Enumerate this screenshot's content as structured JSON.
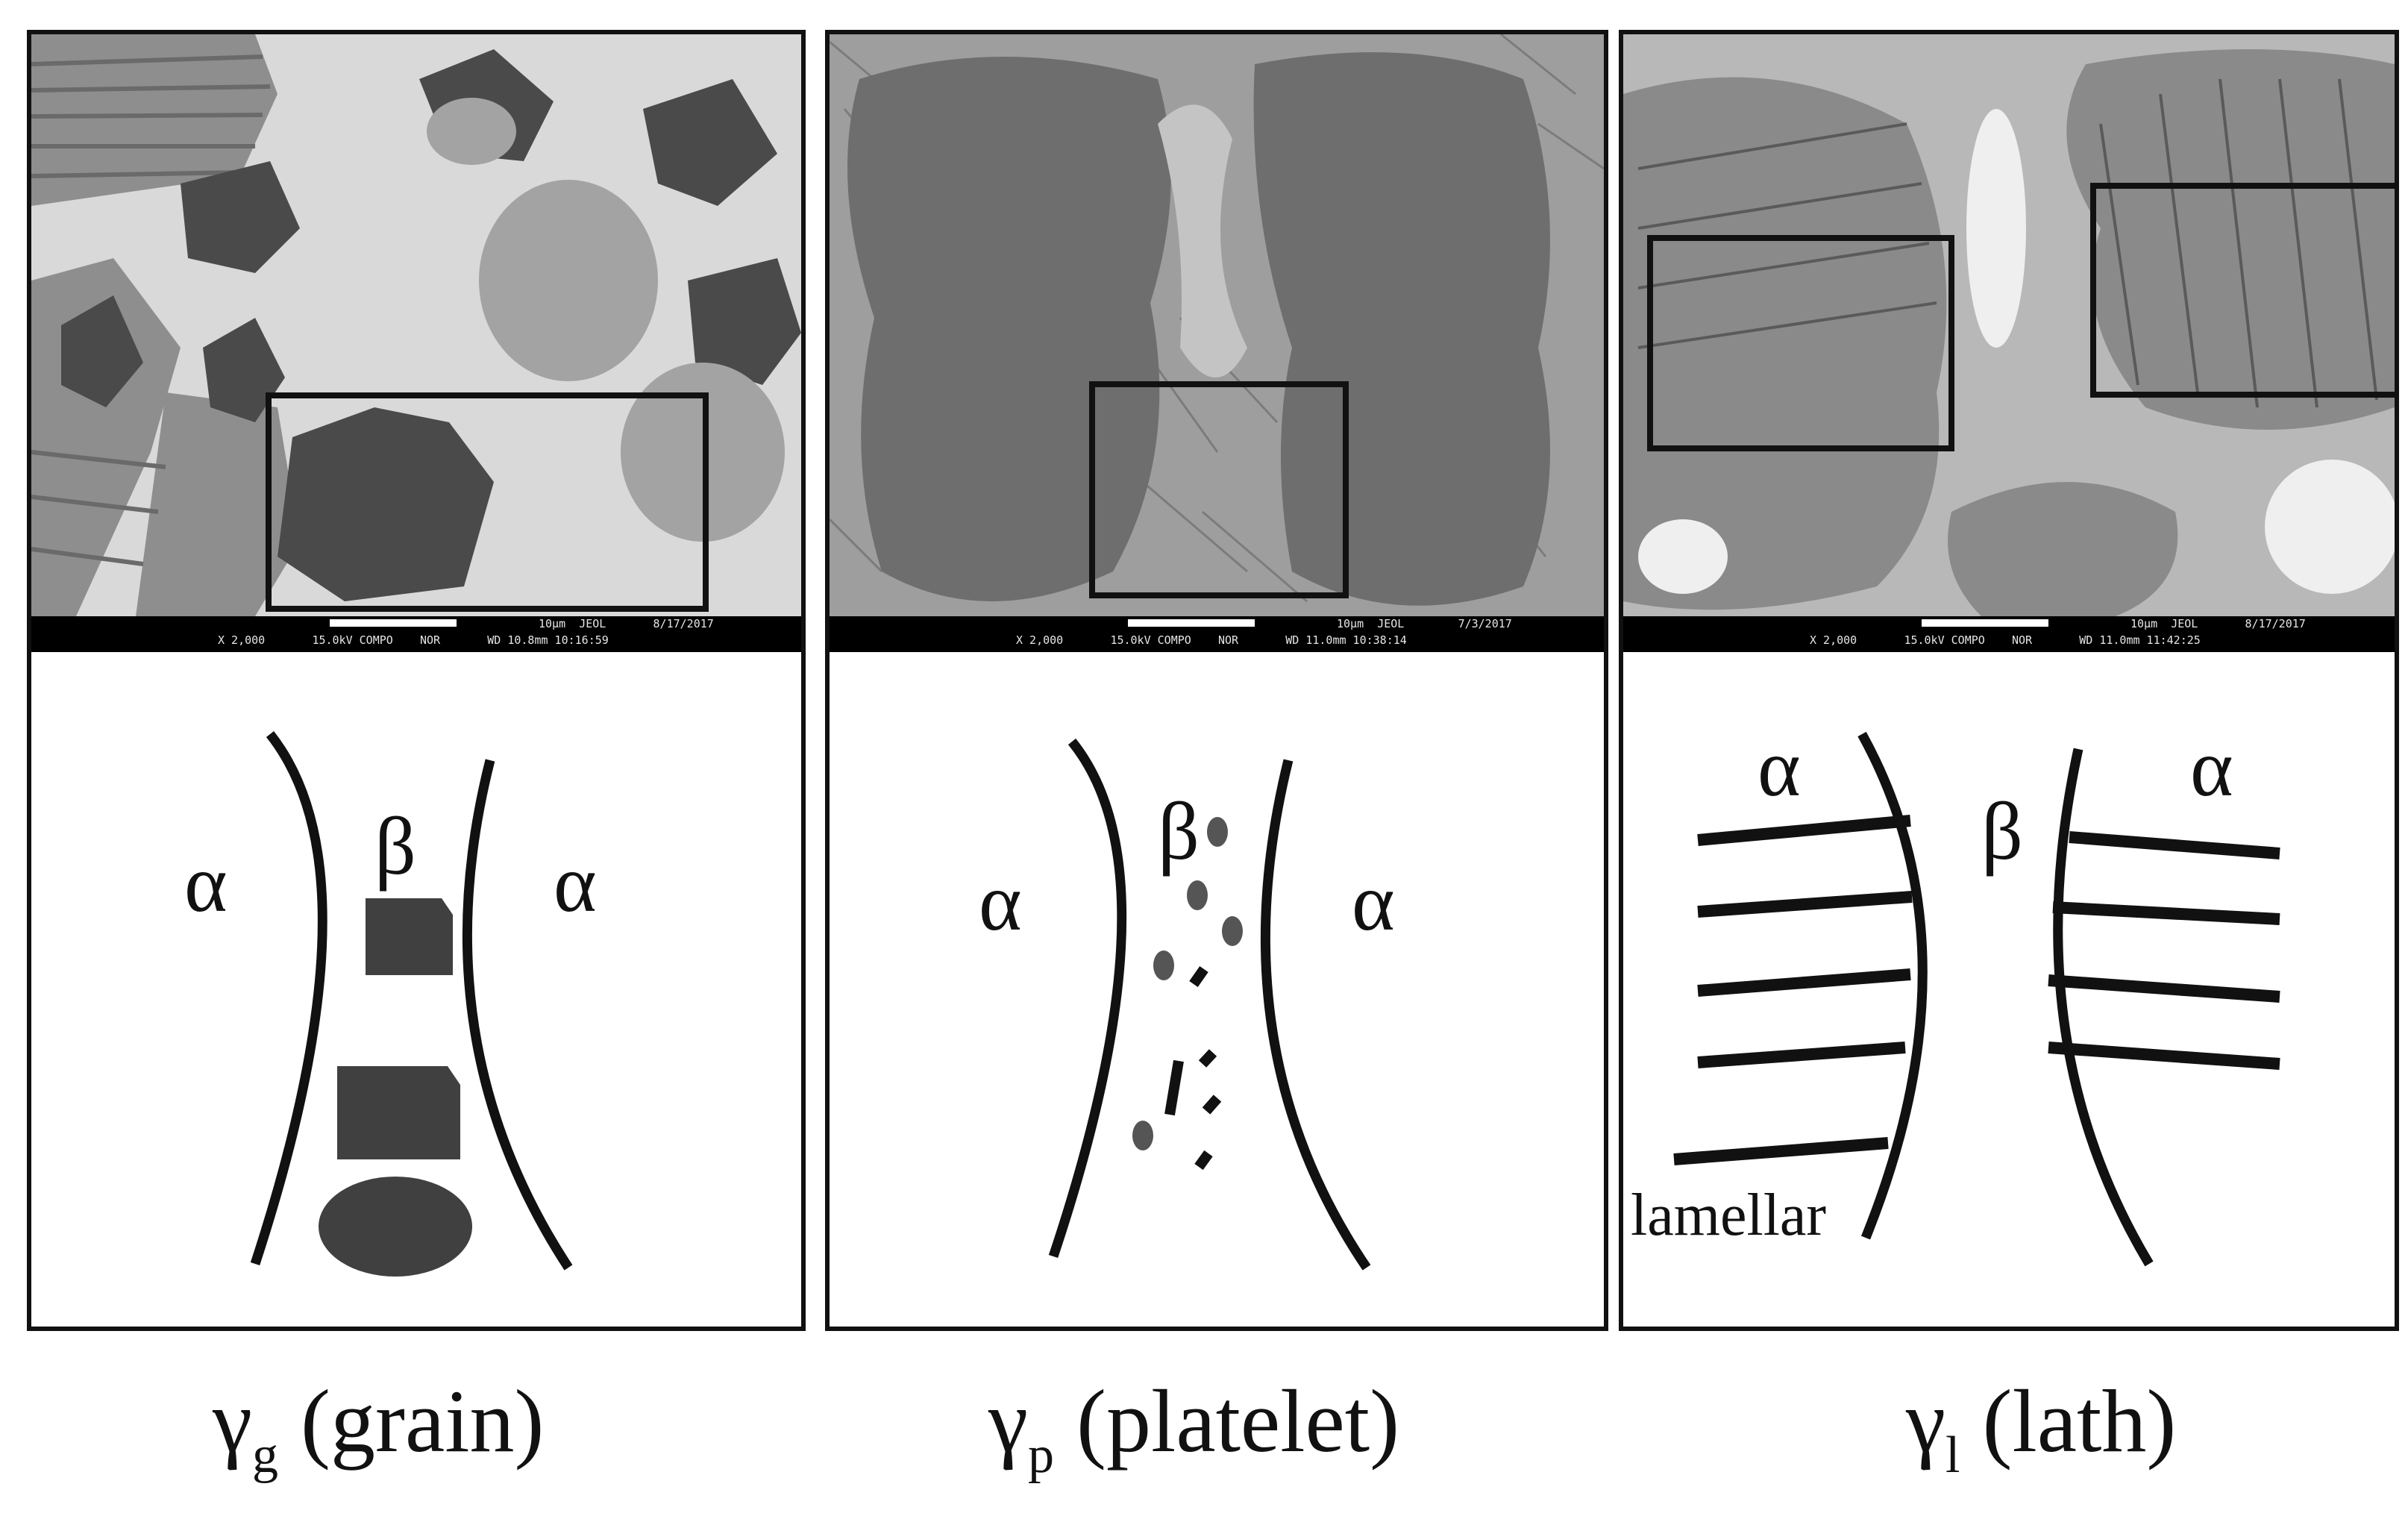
{
  "panels": [
    {
      "id": "grain",
      "sem_info": {
        "scale": "10μm",
        "brand": "JEOL",
        "date": "8/17/2017",
        "magnification": "X 2,000",
        "voltage": "15.0kV COMPO",
        "mode": "NOR",
        "wd_time": "WD 10.8mm 10:16:59"
      },
      "labels": {
        "alpha_left": "α",
        "beta": "β",
        "alpha_right": "α"
      },
      "caption": {
        "symbol": "γ",
        "subscript": "g",
        "text": " (grain)"
      }
    },
    {
      "id": "platelet",
      "sem_info": {
        "scale": "10μm",
        "brand": "JEOL",
        "date": "7/3/2017",
        "magnification": "X 2,000",
        "voltage": "15.0kV COMPO",
        "mode": "NOR",
        "wd_time": "WD 11.0mm 10:38:14"
      },
      "labels": {
        "alpha_left": "α",
        "beta": "β",
        "alpha_right": "α"
      },
      "caption": {
        "symbol": "γ",
        "subscript": "p",
        "text": " (platelet)"
      }
    },
    {
      "id": "lath",
      "sem_info": {
        "scale": "10μm",
        "brand": "JEOL",
        "date": "8/17/2017",
        "magnification": "X 2,000",
        "voltage": "15.0kV COMPO",
        "mode": "NOR",
        "wd_time": "WD 11.0mm 11:42:25"
      },
      "labels": {
        "alpha_left": "α",
        "beta": "β",
        "alpha_right": "α",
        "lamellar": "lamellar"
      },
      "caption": {
        "symbol": "γ",
        "subscript": "l",
        "text": " (lath)"
      }
    }
  ]
}
